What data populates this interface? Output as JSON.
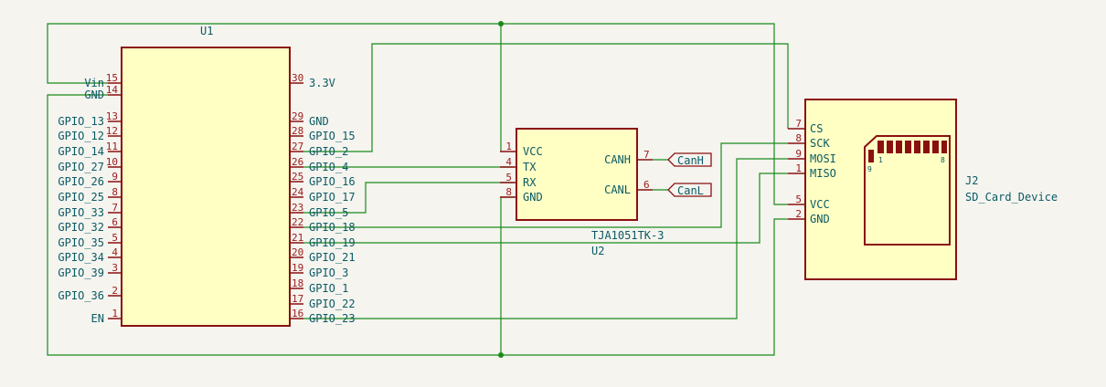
{
  "u1": {
    "ref": "U1",
    "left_pins": [
      {
        "num": "15",
        "name": "Vin"
      },
      {
        "num": "14",
        "name": "GND"
      },
      {
        "num": "13",
        "name": "GPIO_13"
      },
      {
        "num": "12",
        "name": "GPIO_12"
      },
      {
        "num": "11",
        "name": "GPIO_14"
      },
      {
        "num": "10",
        "name": "GPIO_27"
      },
      {
        "num": "9",
        "name": "GPIO_26"
      },
      {
        "num": "8",
        "name": "GPIO_25"
      },
      {
        "num": "7",
        "name": "GPIO_33"
      },
      {
        "num": "6",
        "name": "GPIO_32"
      },
      {
        "num": "5",
        "name": "GPIO_35"
      },
      {
        "num": "4",
        "name": "GPIO_34"
      },
      {
        "num": "3",
        "name": "GPIO_39"
      },
      {
        "num": "2",
        "name": "GPIO_36"
      },
      {
        "num": "1",
        "name": "EN"
      }
    ],
    "right_pins": [
      {
        "num": "30",
        "name": "3.3V"
      },
      {
        "num": "29",
        "name": "GND"
      },
      {
        "num": "28",
        "name": "GPIO_15"
      },
      {
        "num": "27",
        "name": "GPIO_2"
      },
      {
        "num": "26",
        "name": "GPIO_4"
      },
      {
        "num": "25",
        "name": "GPIO_16"
      },
      {
        "num": "24",
        "name": "GPIO_17"
      },
      {
        "num": "23",
        "name": "GPIO_5"
      },
      {
        "num": "22",
        "name": "GPIO_18"
      },
      {
        "num": "21",
        "name": "GPIO_19"
      },
      {
        "num": "20",
        "name": "GPIO_21"
      },
      {
        "num": "19",
        "name": "GPIO_3"
      },
      {
        "num": "18",
        "name": "GPIO_1"
      },
      {
        "num": "17",
        "name": "GPIO_22"
      },
      {
        "num": "16",
        "name": "GPIO_23"
      }
    ]
  },
  "u2": {
    "ref": "U2",
    "value": "TJA1051TK-3",
    "left_pins": [
      {
        "num": "1",
        "name": "VCC"
      },
      {
        "num": "4",
        "name": "TX"
      },
      {
        "num": "5",
        "name": "RX"
      },
      {
        "num": "8",
        "name": "GND"
      }
    ],
    "right_pins": [
      {
        "num": "7",
        "name": "CANH"
      },
      {
        "num": "6",
        "name": "CANL"
      }
    ]
  },
  "j2": {
    "ref": "J2",
    "value": "SD_Card_Device",
    "pins": [
      {
        "num": "7",
        "name": "CS"
      },
      {
        "num": "8",
        "name": "SCK"
      },
      {
        "num": "9",
        "name": "MOSI"
      },
      {
        "num": "1",
        "name": "MISO"
      },
      {
        "num": "5",
        "name": "VCC"
      },
      {
        "num": "2",
        "name": "GND"
      }
    ],
    "card_labels": {
      "left": "1",
      "right": "8",
      "bottom": "9"
    }
  },
  "labels": {
    "canh": "CanH",
    "canl": "CanL"
  },
  "colors": {
    "wire": "#1a8a1a",
    "body": "#ffffc4",
    "outline": "#8a1010",
    "text": "#0b5a64",
    "pin_number": "#9b1b1b",
    "background": "#f5f4ef"
  }
}
